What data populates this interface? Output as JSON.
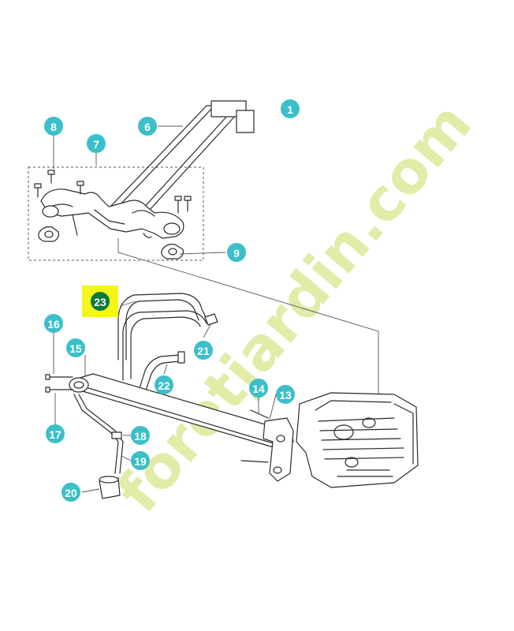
{
  "diagram": {
    "callouts": [
      {
        "label": "1"
      },
      {
        "label": "6"
      },
      {
        "label": "7"
      },
      {
        "label": "8"
      },
      {
        "label": "9"
      },
      {
        "label": "23",
        "highlighted": true
      },
      {
        "label": "16"
      },
      {
        "label": "15"
      },
      {
        "label": "21"
      },
      {
        "label": "22"
      },
      {
        "label": "14"
      },
      {
        "label": "13"
      },
      {
        "label": "17"
      },
      {
        "label": "18"
      },
      {
        "label": "19"
      },
      {
        "label": "20"
      }
    ],
    "colors": {
      "callout": "#3bbfc9",
      "callout_highlight": "#0a7a3a",
      "highlight_box": "#f4f51a",
      "line": "#2a2a2a"
    }
  },
  "watermark": {
    "text": "foretjardin.com",
    "colors": {
      "green": "#e3eba8",
      "grey": "#d6d2c6",
      "orange": "#f2c79a"
    }
  }
}
